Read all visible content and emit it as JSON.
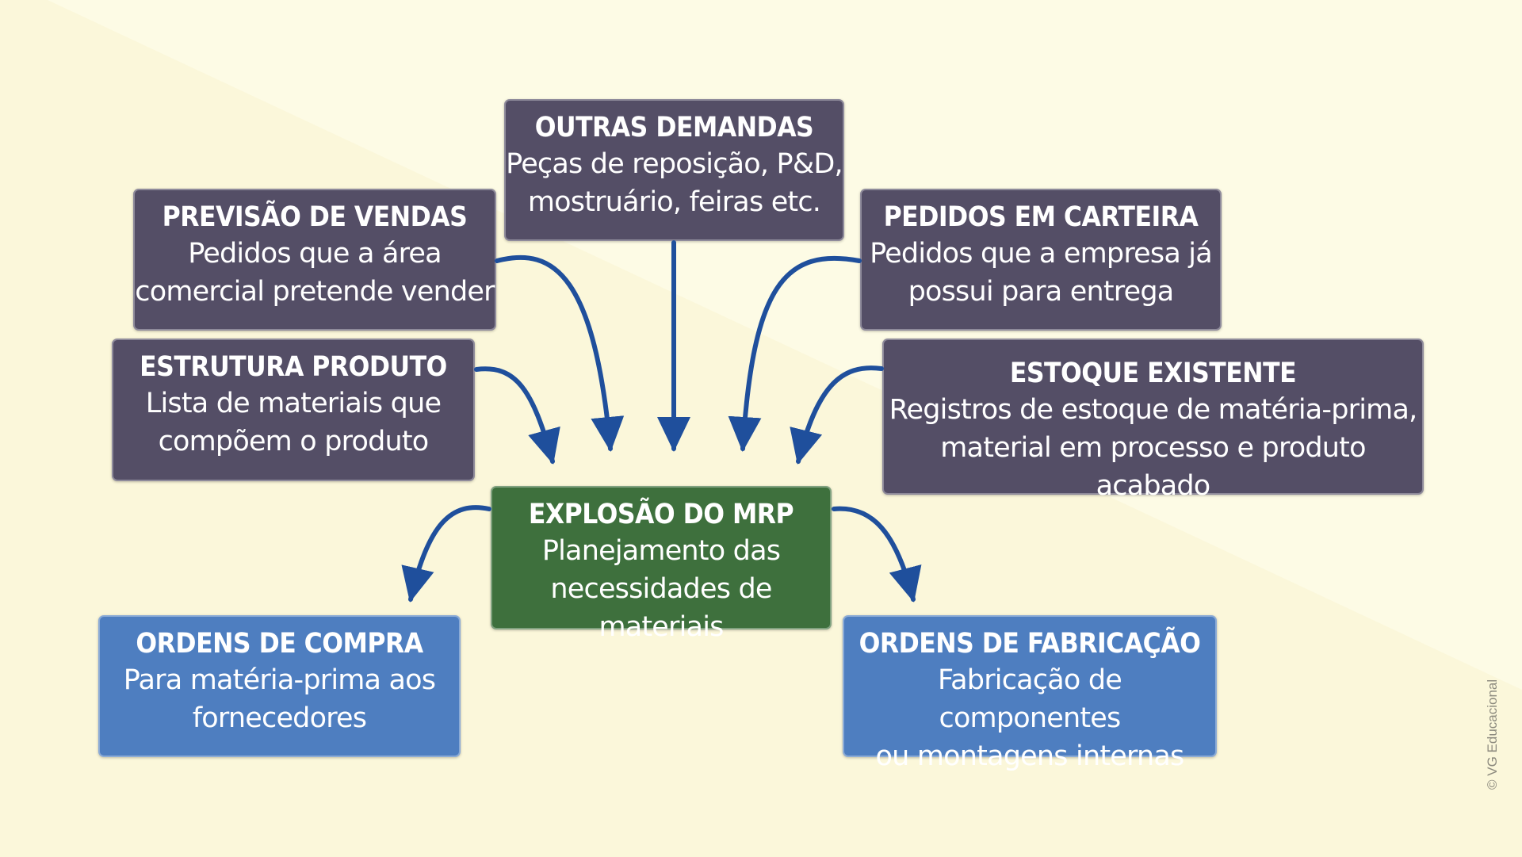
{
  "diagram": {
    "boxes": {
      "outras_demandas": {
        "title": "OUTRAS DEMANDAS",
        "lines": [
          "Peças de reposição, P&D,",
          "mostruário, feiras etc."
        ]
      },
      "previsao_vendas": {
        "title": "PREVISÃO DE VENDAS",
        "lines": [
          "Pedidos que a área",
          "comercial pretende vender"
        ]
      },
      "pedidos_carteira": {
        "title": "PEDIDOS EM CARTEIRA",
        "lines": [
          "Pedidos que a empresa já",
          "possui para entrega"
        ]
      },
      "estrutura_produto": {
        "title": "ESTRUTURA PRODUTO",
        "lines": [
          "Lista de materiais que",
          "compõem o produto"
        ]
      },
      "estoque_existente": {
        "title": "ESTOQUE EXISTENTE",
        "lines": [
          "Registros de estoque de matéria-prima,",
          "material em processo e produto acabado"
        ]
      },
      "explosao_mrp": {
        "title": "EXPLOSÃO DO MRP",
        "lines": [
          "Planejamento das",
          "necessidades de materiais"
        ]
      },
      "ordens_compra": {
        "title": "ORDENS DE COMPRA",
        "lines": [
          "Para matéria-prima aos",
          "fornecedores"
        ]
      },
      "ordens_fabricacao": {
        "title": "ORDENS DE FABRICAÇÃO",
        "lines": [
          "Fabricação de componentes",
          "ou montagens internas"
        ]
      }
    },
    "credit": "© VG Educacional"
  },
  "colors": {
    "background": "#fdfbe6",
    "input_box": "#544e66",
    "center_box": "#3e703d",
    "output_box": "#4e7ec0",
    "arrow": "#1f4f9c"
  }
}
